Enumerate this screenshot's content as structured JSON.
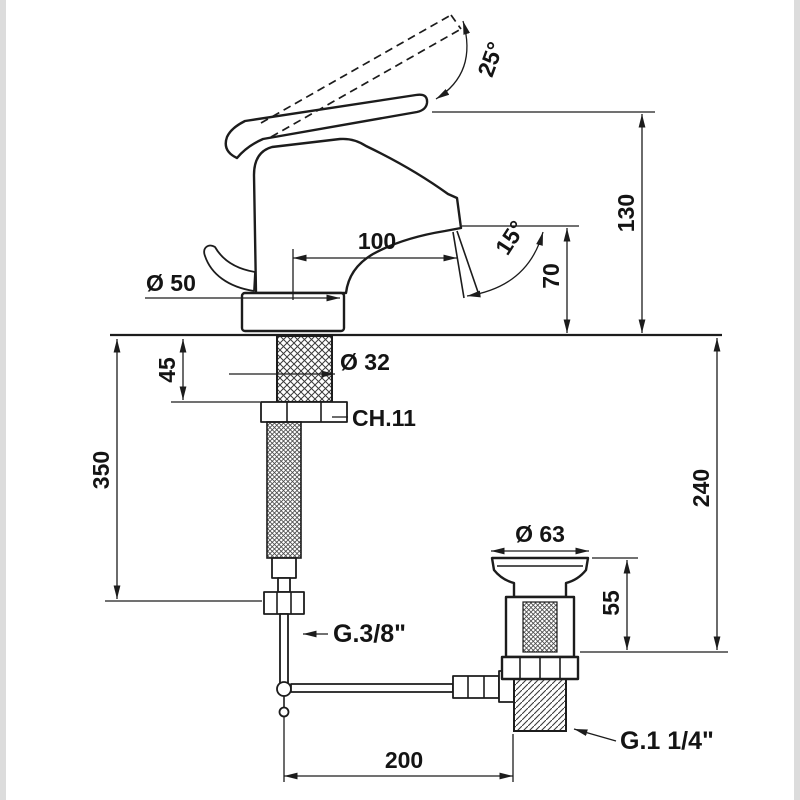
{
  "drawing": {
    "kind": "technical-dimension-drawing",
    "subject": "single-lever basin mixer tap with pop-up waste"
  },
  "labels": {
    "handle_swing_angle": "25°",
    "height_above_deck": "130",
    "outlet_height": "70",
    "spout_reach": "100",
    "stream_angle": "15°",
    "base_diameter": "Ø 50",
    "hole_diameter": "Ø 32",
    "shank_length": "45",
    "hose_length": "350",
    "nut_size": "CH.11",
    "depth_below_deck": "240",
    "waste_flange_diameter": "Ø 63",
    "waste_height": "55",
    "supply_thread": "G.3/8\"",
    "waste_thread": "G.1 1/4\"",
    "centre_distance": "200"
  },
  "style": {
    "background": "#ffffff",
    "line_color": "#1c1c1c",
    "text_color": "#141414",
    "edge_strip_color": "#dcdcdc"
  }
}
